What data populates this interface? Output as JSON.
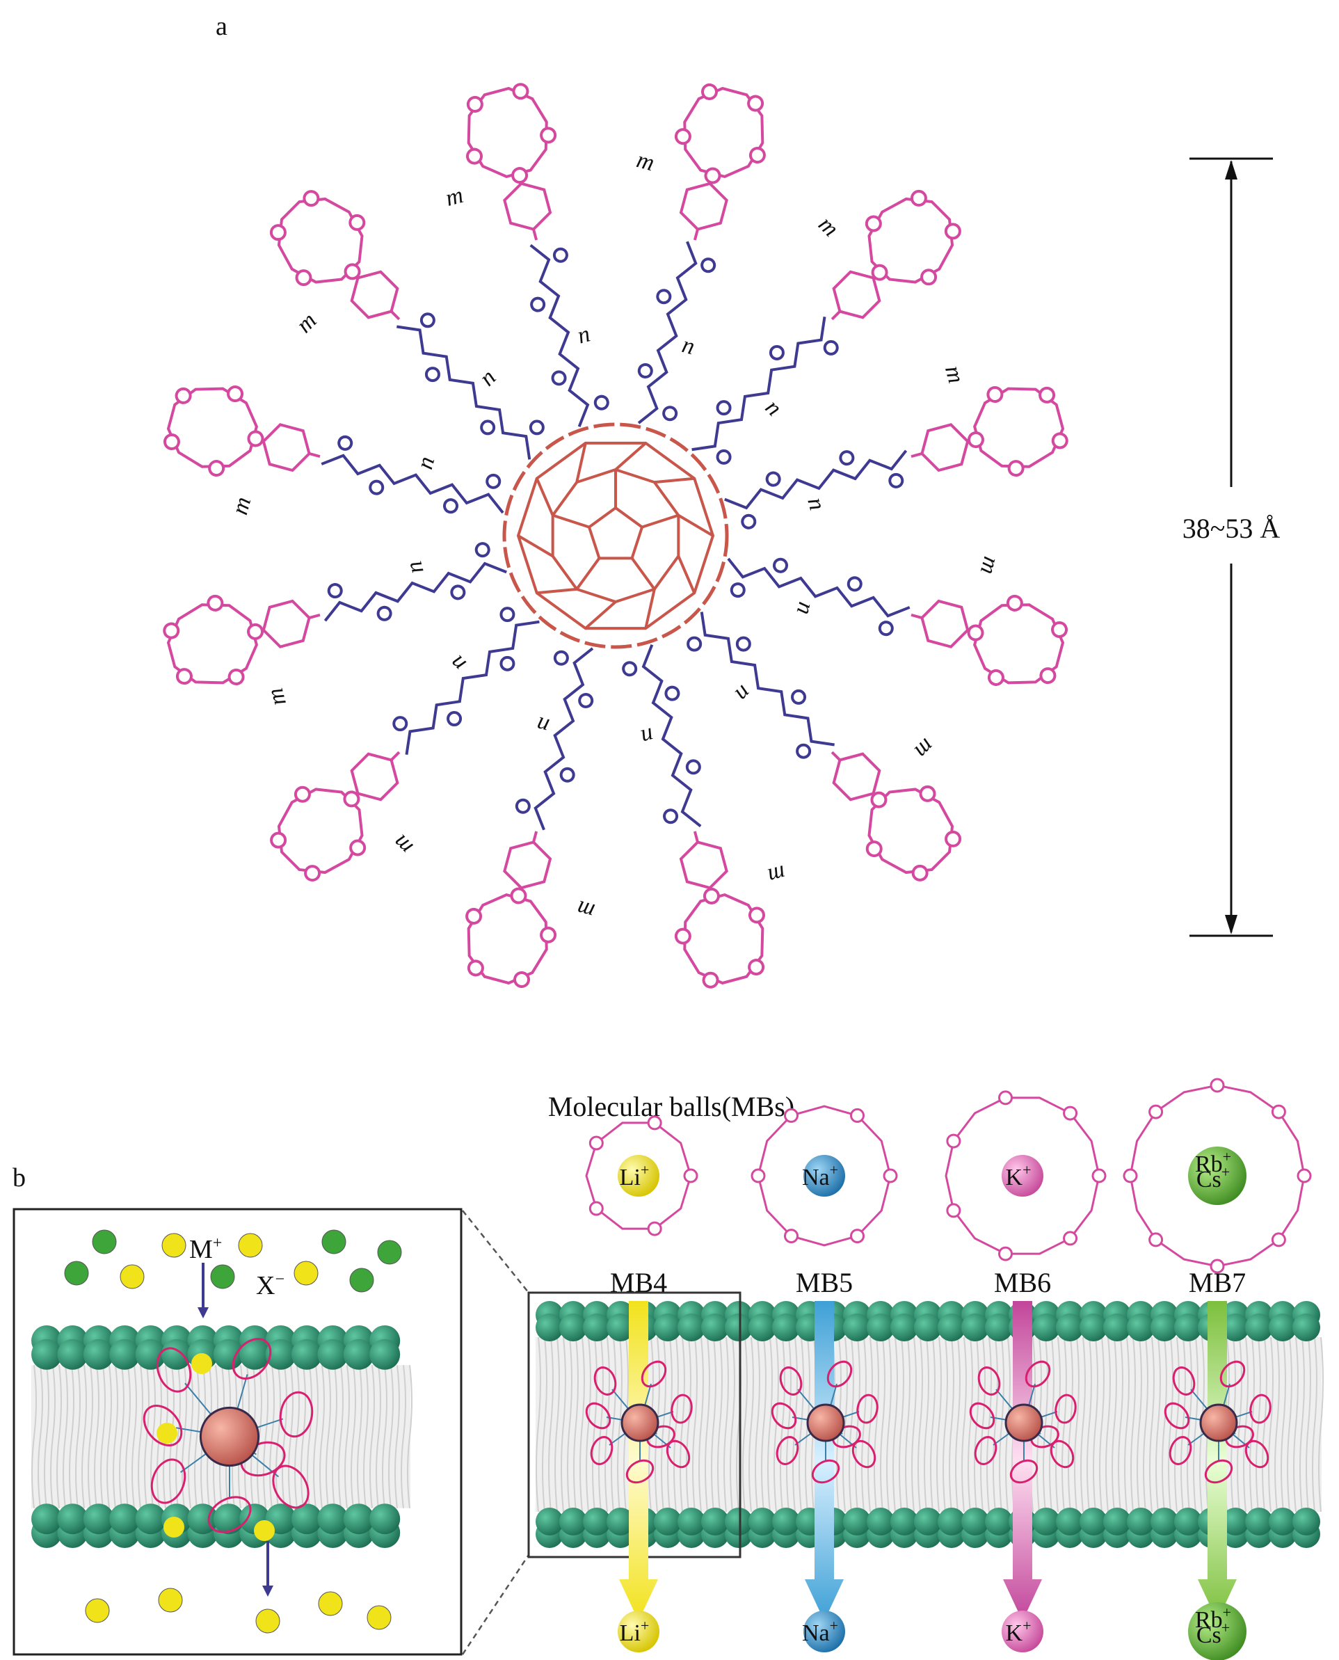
{
  "panels": {
    "a": {
      "letter": "a",
      "dimension": "38~53 Å",
      "caption": "Molecular balls(MBs)",
      "repeat_m": "m",
      "repeat_n": "n",
      "arm_count": 12
    },
    "b": {
      "letter": "b",
      "inset_cation": "M",
      "inset_anion": "X",
      "sup_plus": "+",
      "sup_minus": "−",
      "columns": [
        {
          "mb": "MB4",
          "ions_top": [
            "Li"
          ],
          "ions_bottom": [
            "Li"
          ],
          "ion_color": "#f2e21c"
        },
        {
          "mb": "MB5",
          "ions_top": [
            "Na"
          ],
          "ions_bottom": [
            "Na"
          ],
          "ion_color": "#2f8fc6"
        },
        {
          "mb": "MB6",
          "ions_top": [
            "K"
          ],
          "ions_bottom": [
            "K"
          ],
          "ion_color": "#e066b8"
        },
        {
          "mb": "MB7",
          "ions_top": [
            "Rb",
            "Cs"
          ],
          "ions_bottom": [
            "Rb",
            "Cs"
          ],
          "ion_color": "#5aa632"
        }
      ]
    }
  },
  "colors": {
    "crown": "#d4499f",
    "linker": "#3f3a91",
    "fullerene": "#c8564a",
    "membrane_head": "#2a8a6a",
    "lipid_tail": "#cfcfcf",
    "arrow_li": "#f2e21c",
    "arrow_na": "#3ea0d6",
    "arrow_k": "#c2459a",
    "arrow_rb": "#7cbf3c",
    "inset_anion": "#3da53a",
    "inset_cation": "#f0e31a"
  }
}
